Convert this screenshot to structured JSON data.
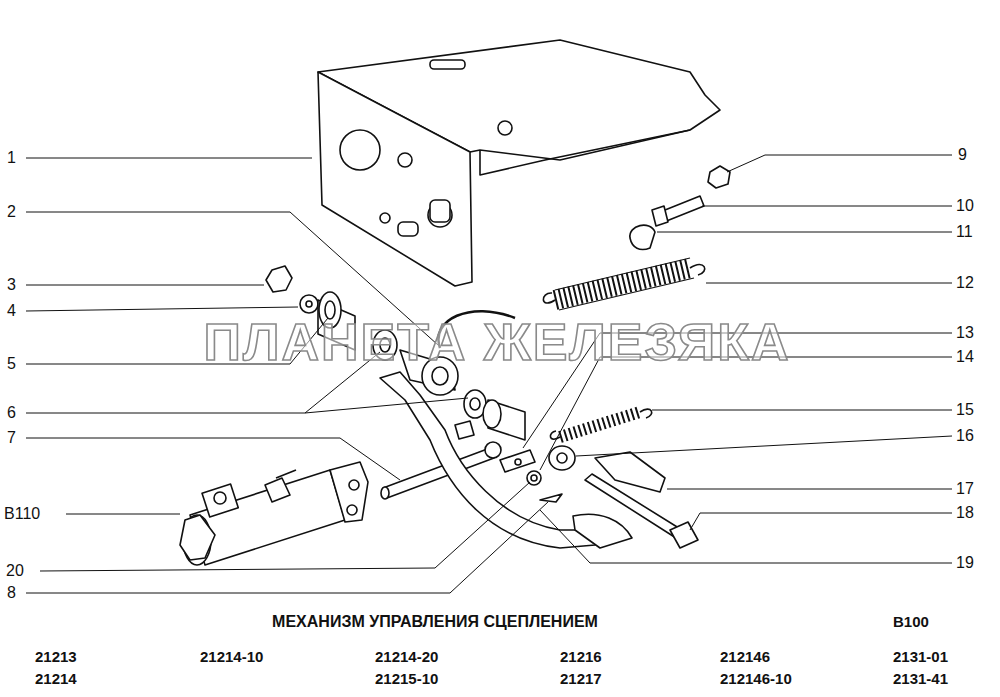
{
  "diagram": {
    "title": "МЕХАНИЗМ УПРАВЛЕНИЯ СЦЕПЛЕНИЕМ",
    "labels": [
      "1",
      "2",
      "3",
      "4",
      "5",
      "6",
      "7",
      "В110",
      "20",
      "8",
      "9",
      "10",
      "11",
      "12",
      "13",
      "14",
      "15",
      "16",
      "17",
      "18",
      "19",
      "ПЛАНЕТА ЖЕЛЕЗЯКА",
      "В100",
      "21213",
      "21214-10",
      "21214-20",
      "21216",
      "212146",
      "2131-01",
      "21214",
      "21215-10",
      "21217",
      "212146-10",
      "2131-41"
    ]
  }
}
